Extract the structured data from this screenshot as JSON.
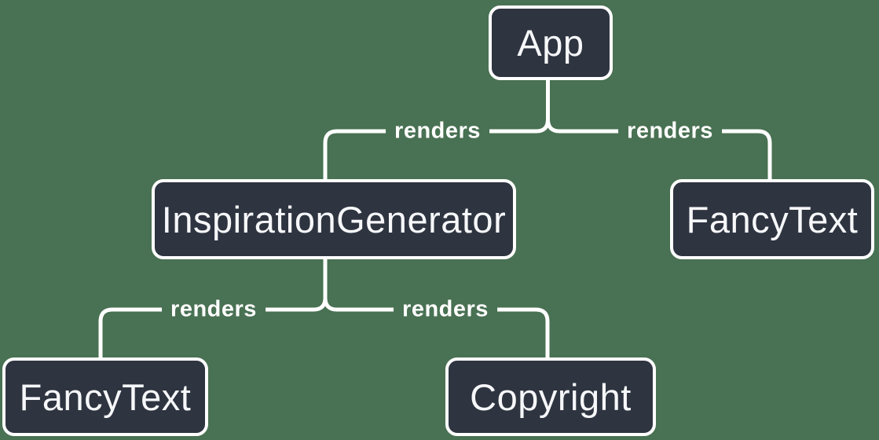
{
  "diagram": {
    "kind": "component-render-tree",
    "nodes": [
      {
        "id": "app",
        "label": "App"
      },
      {
        "id": "inspiration-generator",
        "label": "InspirationGenerator"
      },
      {
        "id": "fancy-text-top",
        "label": "FancyText"
      },
      {
        "id": "fancy-text-bottom",
        "label": "FancyText"
      },
      {
        "id": "copyright",
        "label": "Copyright"
      }
    ],
    "edges": [
      {
        "from": "App",
        "to": "InspirationGenerator",
        "label": "renders"
      },
      {
        "from": "App",
        "to": "FancyText",
        "label": "renders"
      },
      {
        "from": "InspirationGenerator",
        "to": "FancyText",
        "label": "renders"
      },
      {
        "from": "InspirationGenerator",
        "to": "Copyright",
        "label": "renders"
      }
    ],
    "colors": {
      "background": "#497153",
      "node_fill": "#2E3440",
      "node_border": "#FFFFFF",
      "node_text": "#F6F7F9",
      "connector": "#FFFFFF",
      "edge_label_text": "#FFFFFF"
    }
  }
}
